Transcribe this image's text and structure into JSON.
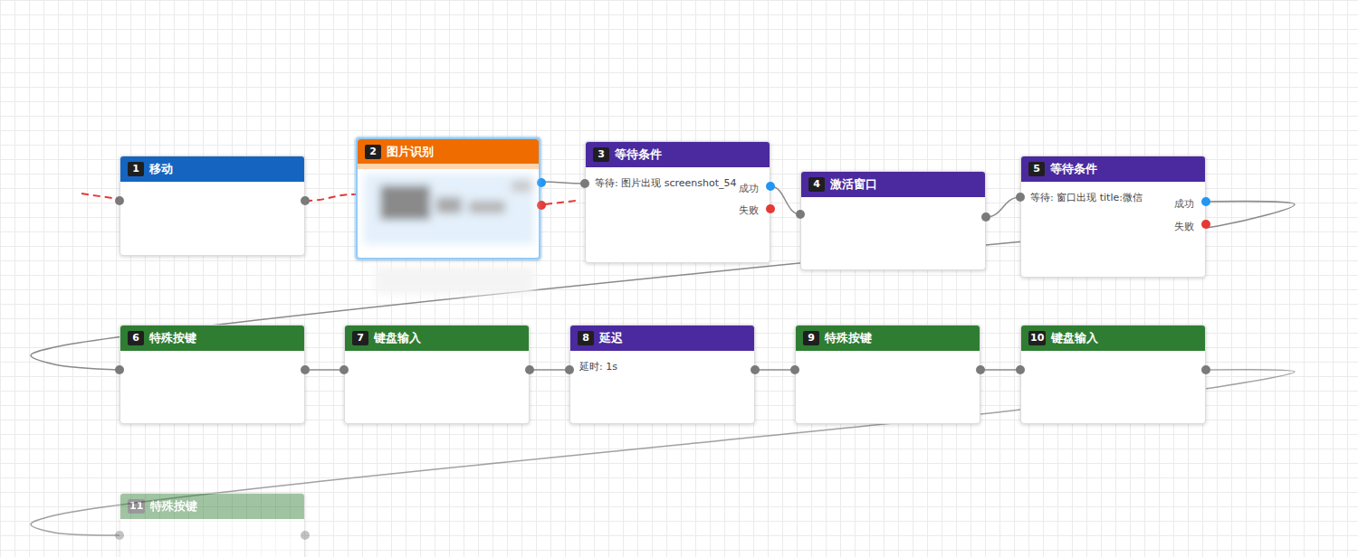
{
  "diagram": {
    "nodes": [
      {
        "text": [
          "1",
          "移动"
        ]
      },
      {
        "text": [
          "2",
          "图片识别"
        ]
      },
      {
        "text": [
          "3",
          "等待条件",
          "等待: 图片出现 screenshot_54",
          "成功",
          "失败"
        ]
      },
      {
        "text": [
          "4",
          "激活窗口"
        ]
      },
      {
        "text": [
          "5",
          "等待条件",
          "等待: 窗口出现 title:微信",
          "成功",
          "失败"
        ]
      },
      {
        "text": [
          "6",
          "特殊按键"
        ]
      },
      {
        "text": [
          "7",
          "键盘输入"
        ]
      },
      {
        "text": [
          "8",
          "延迟",
          "延时: 1s"
        ]
      },
      {
        "text": [
          "9",
          "特殊按键"
        ]
      },
      {
        "text": [
          "10",
          "键盘输入"
        ]
      },
      {
        "text": [
          "11",
          "特殊按键"
        ]
      }
    ],
    "edges": [
      {
        "from": 0,
        "to": 1,
        "arrow": "none"
      },
      {
        "from": 1,
        "to": 2,
        "arrow": "none"
      },
      {
        "from": 2,
        "to": 3,
        "arrow": "none"
      },
      {
        "from": 3,
        "to": 4,
        "arrow": "none"
      },
      {
        "from": 4,
        "to": 5,
        "arrow": "none"
      },
      {
        "from": 5,
        "to": 6,
        "arrow": "none"
      },
      {
        "from": 6,
        "to": 7,
        "arrow": "none"
      },
      {
        "from": 7,
        "to": 8,
        "arrow": "none"
      },
      {
        "from": 8,
        "to": 9,
        "arrow": "none"
      },
      {
        "from": 9,
        "to": 10,
        "arrow": "none"
      }
    ]
  }
}
